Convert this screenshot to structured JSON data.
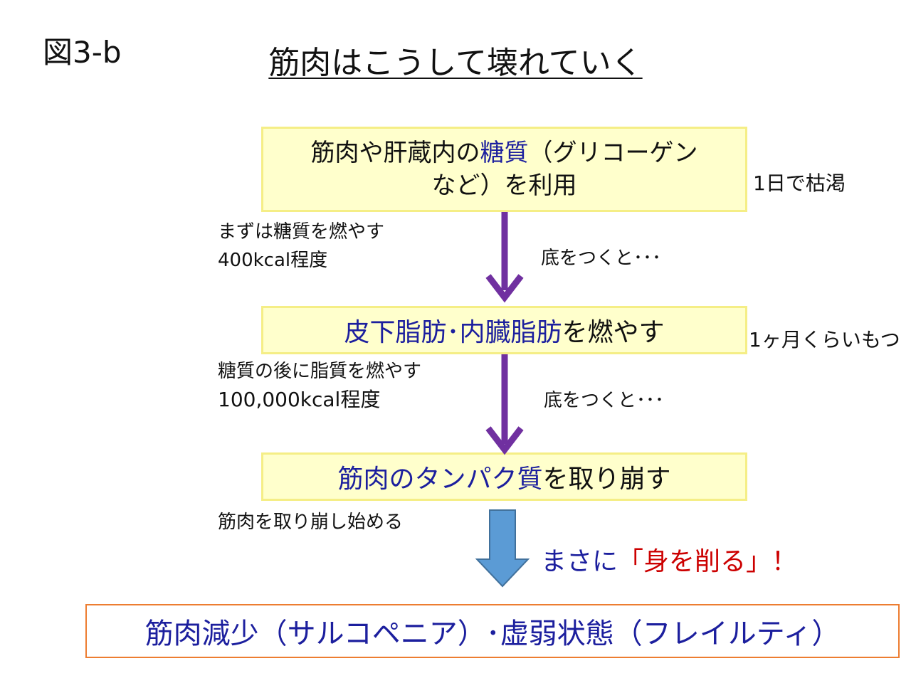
{
  "figure_label": "図3-b",
  "title": "筋肉はこうして壊れていく",
  "steps": [
    {
      "pre": "筋肉や肝蔵内の",
      "highlight": "糖質",
      "post_line1": "（グリコーゲン",
      "line2": "など）を利用",
      "duration": "1日で枯渇"
    },
    {
      "highlight": "皮下脂肪･内臓脂肪",
      "post": "を燃やす",
      "duration": "1ヶ月くらいもつ"
    },
    {
      "highlight": "筋肉のタンパク質",
      "post": "を取り崩す"
    }
  ],
  "notes": [
    {
      "line1": "まずは糖質を燃やす",
      "line2": "400kcal程度"
    },
    {
      "line1": "糖質の後に脂質を燃やす",
      "line2": "100,000kcal程度"
    },
    {
      "line1": "筋肉を取り崩し始める"
    }
  ],
  "bottom_out": [
    "底をつくと･･･",
    "底をつくと･･･"
  ],
  "exclaim": {
    "pre": "まさに",
    "highlight": "「身を削る」",
    "post": "！"
  },
  "result": "筋肉減少（サルコペニア）･虚弱状態（フレイルティ）",
  "colors": {
    "box_fill": "#ffffcc",
    "box_border": "#f5ee86",
    "arrow_purple": "#7030a0",
    "arrow_blue": "#5b9bd5",
    "highlight_blue": "#1c1f9e",
    "highlight_red": "#cc0000",
    "result_border": "#ed7d31"
  }
}
